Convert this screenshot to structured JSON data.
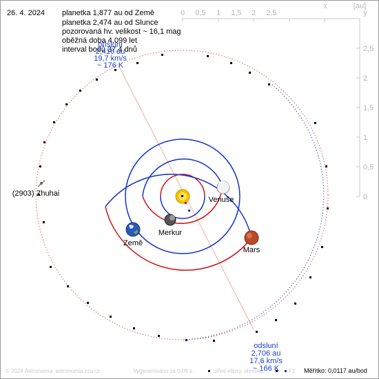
{
  "date": "26. 4. 2024",
  "info_lines": [
    "planetka 1,877 au od Země",
    "planetka 2,474 au od Slunce",
    "pozorovaná hv. velikost ~ 16,1 mag",
    "oběžná doba 4,099 let",
    "interval bodů 37,4 dnů"
  ],
  "axis": {
    "unit": "[au]",
    "x_name": "x",
    "y_name": "y",
    "x_ticks": [
      "0",
      "0,5",
      "1",
      "1,5",
      "2",
      "2,5"
    ],
    "y_ticks": [
      "2,5",
      "2",
      "1,5",
      "1",
      "0,5",
      "0"
    ]
  },
  "perihelion": {
    "title": "přísluní",
    "distance": "2,416 au",
    "speed": "19,7 km/s",
    "temperature": "~ 176 K"
  },
  "aphelion": {
    "title": "odsluní",
    "distance": "2,706 au",
    "speed": "17,6 km/s",
    "temperature": "~ 166 K"
  },
  "planets": {
    "venus": "Venuše",
    "mercury": "Merkur",
    "earth": "Země",
    "mars": "Mars"
  },
  "asteroid_name": "(2903) Zhuhai",
  "footer": {
    "copyright": "© 2024 Astronomia, astronomia.zcu.cz",
    "generated": "Vygenerováno za 0,09 s",
    "legend_text": "střed elipsy, ohniska:",
    "legend_f2": "F2",
    "scale": "Měřítko: 0,0117 au/bod"
  },
  "colors": {
    "orbit_above": "#d01010",
    "orbit_below": "#1030d0",
    "line_of_apsides": "#f0b090",
    "sun": "#f5c400"
  }
}
